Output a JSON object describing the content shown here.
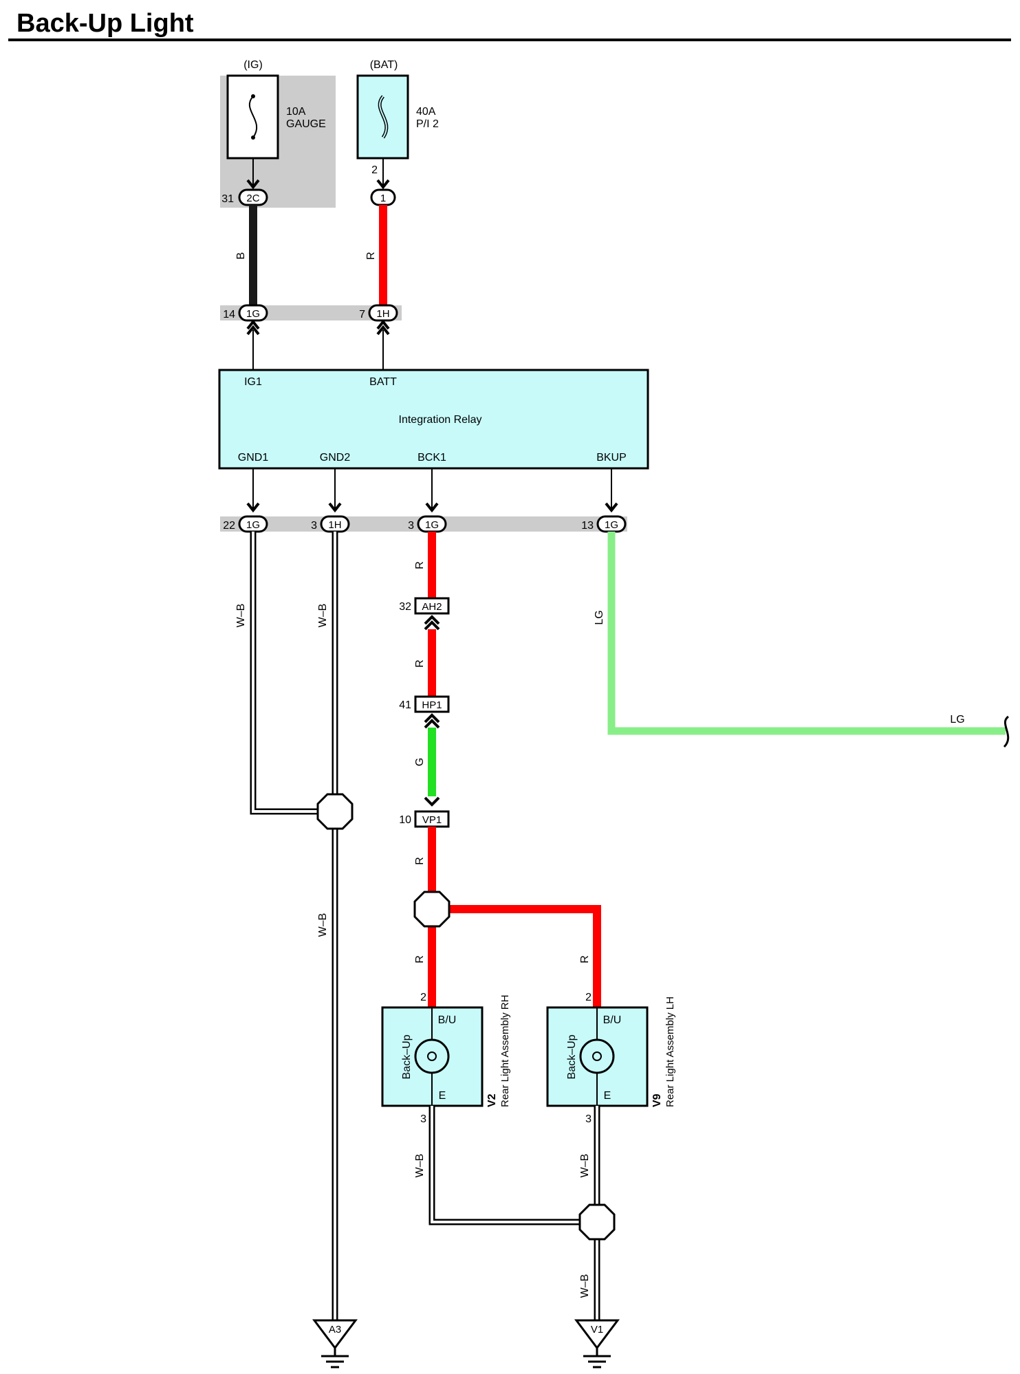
{
  "title": "Back-Up Light",
  "colors": {
    "wire_black": "#1a1a1a",
    "wire_red": "#ff0000",
    "wire_green": "#22e022",
    "wire_light_green": "#88ee88",
    "component_fill": "#c8fafa",
    "connector_bar": "#cccccc",
    "ig_fuse_box": "#cccccc"
  },
  "fuses": {
    "ig": {
      "source": "(IG)",
      "rating": "10A",
      "name": "GAUGE",
      "pin": "31",
      "connector": "2C"
    },
    "bat": {
      "source": "(BAT)",
      "rating": "40A",
      "name": "P/I 2",
      "terminal": "2",
      "connector": "1"
    }
  },
  "wires": {
    "b": "B",
    "r": "R",
    "g": "G",
    "lg": "LG",
    "wb": "W–B"
  },
  "relay": {
    "name": "Integration Relay",
    "top_inputs": {
      "ig1": {
        "label": "IG1",
        "pin": "14",
        "connector": "1G"
      },
      "batt": {
        "label": "BATT",
        "pin": "7",
        "connector": "1H"
      }
    },
    "bottom_outputs": {
      "gnd1": {
        "label": "GND1",
        "pin": "22",
        "connector": "1G"
      },
      "gnd2": {
        "label": "GND2",
        "pin": "3",
        "connector": "1H"
      },
      "bck1": {
        "label": "BCK1",
        "pin": "3",
        "connector": "1G"
      },
      "bkup": {
        "label": "BKUP",
        "pin": "13",
        "connector": "1G"
      }
    }
  },
  "inline_connectors": {
    "ah2": {
      "pin": "32",
      "name": "AH2"
    },
    "hp1": {
      "pin": "41",
      "name": "HP1"
    },
    "vp1": {
      "pin": "10",
      "name": "VP1"
    }
  },
  "lamps": {
    "rh": {
      "id": "V2",
      "name": "Rear Light Assembly RH",
      "bulb": "Back–Up",
      "term_bu": "B/U",
      "term_e": "E",
      "pin_top": "2",
      "pin_bottom": "3"
    },
    "lh": {
      "id": "V9",
      "name": "Rear Light Assembly LH",
      "bulb": "Back–Up",
      "term_bu": "B/U",
      "term_e": "E",
      "pin_top": "2",
      "pin_bottom": "3"
    }
  },
  "grounds": {
    "a3": "A3",
    "v1": "V1"
  }
}
